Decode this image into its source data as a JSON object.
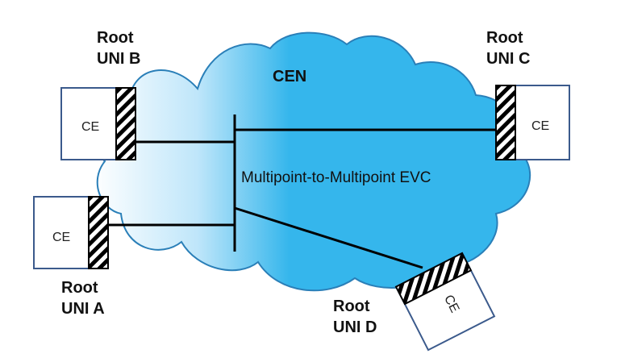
{
  "cloud": {
    "label": "CEN",
    "evc_label": "Multipoint-to-Multipoint EVC",
    "colors": {
      "fill_dark": "#35b6ec",
      "fill_light": "#ffffff",
      "stroke": "#2a7fb8"
    }
  },
  "sites": {
    "uni_a": {
      "title": "Root",
      "uni": "UNI A",
      "ce": "CE"
    },
    "uni_b": {
      "title": "Root",
      "uni": "UNI B",
      "ce": "CE"
    },
    "uni_c": {
      "title": "Root",
      "uni": "UNI C",
      "ce": "CE"
    },
    "uni_d": {
      "title": "Root",
      "uni": "UNI D",
      "ce": "CE"
    }
  },
  "colors": {
    "ce_border": "#3b5a8c",
    "line": "#000000",
    "hatch": "#000000"
  }
}
